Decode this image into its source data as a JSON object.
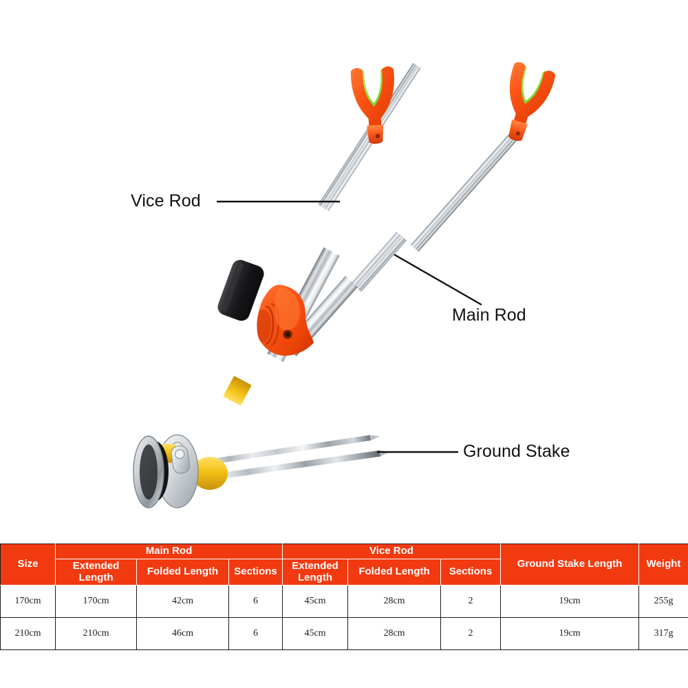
{
  "product": {
    "description": "Telescopic fishing rod holder with Y-fork heads, main rod, vice rod and ground stake",
    "colors": {
      "fork_orange": "#F8551A",
      "fork_green": "#8BE23C",
      "steel_light": "#EDEFF1",
      "steel_mid": "#A9AEB3",
      "steel_dark": "#5E666D",
      "yellow_collar": "#F2C118",
      "black_cap": "#1B1B1D",
      "table_red": "#F23A11",
      "line_black": "#111111",
      "background": "#FFFFFF"
    },
    "parts": [
      {
        "name": "vice-rod-fork-head",
        "note": "orange Y fork with green inner lining, upper-left"
      },
      {
        "name": "main-rod-fork-head",
        "note": "orange Y fork with green inner lining, upper-right"
      },
      {
        "name": "pivot-joint",
        "note": "orange hinge clamp joining main rod and vice rod"
      },
      {
        "name": "black-cap",
        "note": "black protective sleeve"
      },
      {
        "name": "yellow-collar",
        "note": "yellow band on lower main rod"
      },
      {
        "name": "ground-stake",
        "note": "twin steel stake rods on round base disc"
      }
    ]
  },
  "callouts": [
    {
      "id": "vice-rod",
      "label": "Vice Rod"
    },
    {
      "id": "main-rod",
      "label": "Main Rod"
    },
    {
      "id": "ground-stake",
      "label": "Ground Stake"
    }
  ],
  "spec_table": {
    "group_headers": {
      "size": "Size",
      "main_rod": "Main Rod",
      "vice_rod": "Vice Rod",
      "ground_stake_length": "Ground Stake Length",
      "weight": "Weight"
    },
    "sub_headers": {
      "main_extended": "Extended Length",
      "main_folded": "Folded Length",
      "main_sections": "Sections",
      "vice_extended": "Extended Length",
      "vice_folded": "Folded Length",
      "vice_sections": "Sections"
    },
    "rows": [
      {
        "size": "170cm",
        "main_extended": "170cm",
        "main_folded": "42cm",
        "main_sections": "6",
        "vice_extended": "45cm",
        "vice_folded": "28cm",
        "vice_sections": "2",
        "ground_stake_length": "19cm",
        "weight": "255g"
      },
      {
        "size": "210cm",
        "main_extended": "210cm",
        "main_folded": "46cm",
        "main_sections": "6",
        "vice_extended": "45cm",
        "vice_folded": "28cm",
        "vice_sections": "2",
        "ground_stake_length": "19cm",
        "weight": "317g"
      }
    ]
  }
}
